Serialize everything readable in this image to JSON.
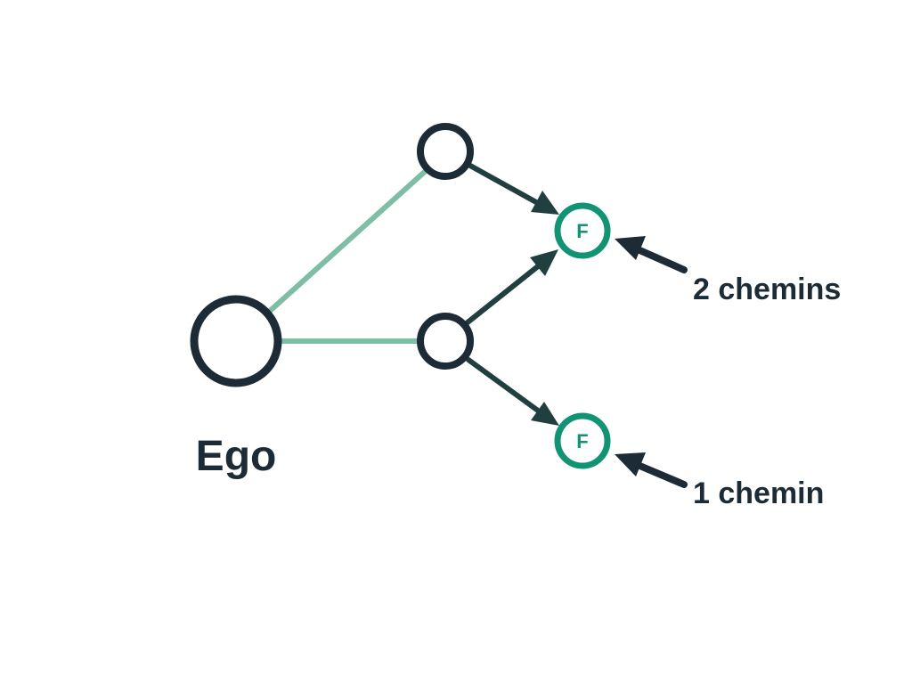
{
  "nodes": {
    "ego": {
      "label": "Ego"
    },
    "friend_top": {
      "label": ""
    },
    "friend_mid": {
      "label": ""
    },
    "fof_top": {
      "letter": "F"
    },
    "fof_bottom": {
      "letter": "F"
    }
  },
  "annotations": {
    "top": "2 chemins",
    "bottom": "1 chemin"
  },
  "colors": {
    "dark": "#1d2b36",
    "green": "#129474",
    "light_green": "#7dbea5",
    "arrow_dark": "#223f40"
  }
}
